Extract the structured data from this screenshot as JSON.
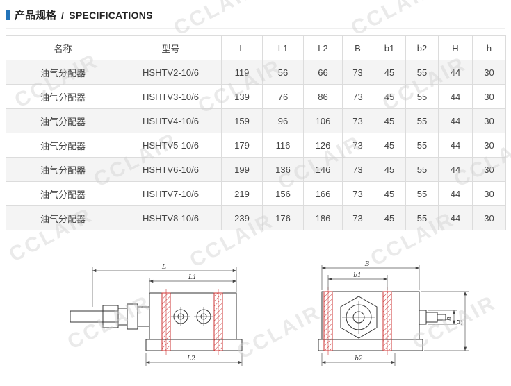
{
  "header": {
    "title_zh": "产品规格",
    "separator": "/",
    "title_en": "SPECIFICATIONS"
  },
  "colors": {
    "accent": "#2273b9",
    "drawing_red": "#cc3333",
    "table_border": "#dcdcdc",
    "watermark": "#cfcfcf"
  },
  "watermark": {
    "text": "CCLAIR"
  },
  "table": {
    "headers": [
      "名称",
      "型号",
      "L",
      "L1",
      "L2",
      "B",
      "b1",
      "b2",
      "H",
      "h"
    ],
    "rows": [
      [
        "油气分配器",
        "HSHTV2-10/6",
        "119",
        "56",
        "66",
        "73",
        "45",
        "55",
        "44",
        "30"
      ],
      [
        "油气分配器",
        "HSHTV3-10/6",
        "139",
        "76",
        "86",
        "73",
        "45",
        "55",
        "44",
        "30"
      ],
      [
        "油气分配器",
        "HSHTV4-10/6",
        "159",
        "96",
        "106",
        "73",
        "45",
        "55",
        "44",
        "30"
      ],
      [
        "油气分配器",
        "HSHTV5-10/6",
        "179",
        "116",
        "126",
        "73",
        "45",
        "55",
        "44",
        "30"
      ],
      [
        "油气分配器",
        "HSHTV6-10/6",
        "199",
        "136",
        "146",
        "73",
        "45",
        "55",
        "44",
        "30"
      ],
      [
        "油气分配器",
        "HSHTV7-10/6",
        "219",
        "156",
        "166",
        "73",
        "45",
        "55",
        "44",
        "30"
      ],
      [
        "油气分配器",
        "HSHTV8-10/6",
        "239",
        "176",
        "186",
        "73",
        "45",
        "55",
        "44",
        "30"
      ]
    ]
  },
  "diagrams": {
    "left_view": {
      "dim_L": "L",
      "dim_L1": "L1",
      "dim_L2": "L2"
    },
    "right_view": {
      "dim_B": "B",
      "dim_b1": "b1",
      "dim_b2": "b2",
      "dim_H": "H",
      "dim_h": "h"
    }
  }
}
